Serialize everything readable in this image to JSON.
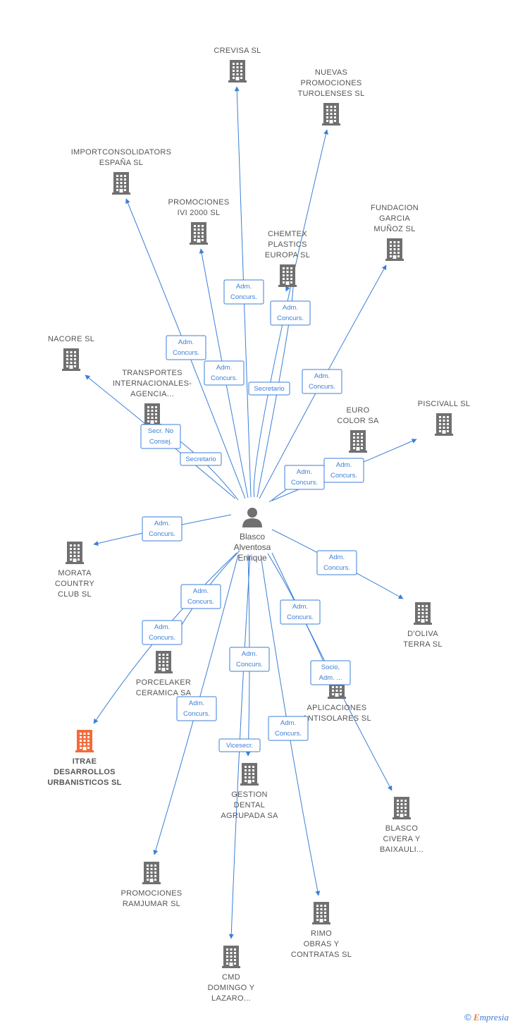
{
  "center": {
    "name_lines": [
      "Blasco",
      "Alventosa",
      "Enrique"
    ]
  },
  "colors": {
    "edge": "#3b7fd8",
    "building": "#707070",
    "highlight": "#f26b38",
    "text": "#555555"
  },
  "companies": [
    {
      "id": "crevisa",
      "lines": [
        "CREVISA SL"
      ],
      "highlight": false
    },
    {
      "id": "nuevas",
      "lines": [
        "NUEVAS",
        "PROMOCIONES",
        "TUROLENSES SL"
      ],
      "highlight": false
    },
    {
      "id": "importconsolidators",
      "lines": [
        "IMPORTCONSOLIDATORS",
        "ESPAÑA SL"
      ],
      "highlight": false
    },
    {
      "id": "ivi2000",
      "lines": [
        "PROMOCIONES",
        "IVI 2000 SL"
      ],
      "highlight": false
    },
    {
      "id": "chemtex",
      "lines": [
        "CHEMTEX",
        "PLASTICS",
        "EUROPA SL"
      ],
      "highlight": false
    },
    {
      "id": "fundacion",
      "lines": [
        "FUNDACION",
        "GARCIA",
        "MUÑOZ SL"
      ],
      "highlight": false
    },
    {
      "id": "nacore",
      "lines": [
        "NACORE SL"
      ],
      "highlight": false
    },
    {
      "id": "transportes",
      "lines": [
        "TRANSPORTES",
        "INTERNACIONALES-",
        "AGENCIA..."
      ],
      "highlight": false
    },
    {
      "id": "eurocolor",
      "lines": [
        "EURO",
        "COLOR SA"
      ],
      "highlight": false
    },
    {
      "id": "piscivall",
      "lines": [
        "PISCIVALL SL"
      ],
      "highlight": false
    },
    {
      "id": "morata",
      "lines": [
        "MORATA",
        "COUNTRY",
        "CLUB SL"
      ],
      "highlight": false
    },
    {
      "id": "doliva",
      "lines": [
        "D'OLIVA",
        "TERRA SL"
      ],
      "highlight": false
    },
    {
      "id": "porcelaker",
      "lines": [
        "PORCELAKER",
        "CERAMICA SA"
      ],
      "highlight": false
    },
    {
      "id": "aplicaciones",
      "lines": [
        "APLICACIONES",
        "ANTISOLARES SL"
      ],
      "highlight": false
    },
    {
      "id": "itrae",
      "lines": [
        "ITRAE",
        "DESARROLLOS",
        "URBANISTICOS SL"
      ],
      "highlight": true
    },
    {
      "id": "gestion",
      "lines": [
        "GESTION",
        "DENTAL",
        "AGRUPADA SA"
      ],
      "highlight": false
    },
    {
      "id": "blascocivera",
      "lines": [
        "BLASCO",
        "CIVERA Y",
        "BAIXAULI..."
      ],
      "highlight": false
    },
    {
      "id": "ramjumar",
      "lines": [
        "PROMOCIONES",
        "RAMJUMAR SL"
      ],
      "highlight": false
    },
    {
      "id": "rimo",
      "lines": [
        "RIMO",
        "OBRAS Y",
        "CONTRATAS SL"
      ],
      "highlight": false
    },
    {
      "id": "cmd",
      "lines": [
        "CMD",
        "DOMINGO Y",
        "LAZARO..."
      ],
      "highlight": false
    }
  ],
  "relations": [
    {
      "to": "crevisa",
      "label": [
        "Adm.",
        "Concurs."
      ]
    },
    {
      "to": "nuevas",
      "label": [
        "Secretario"
      ]
    },
    {
      "to": "chemtex",
      "label": [
        "Adm.",
        "Concurs."
      ]
    },
    {
      "to": "importconsolidators",
      "label": [
        "Adm.",
        "Concurs."
      ]
    },
    {
      "to": "ivi2000",
      "label": [
        "Adm.",
        "Concurs."
      ]
    },
    {
      "to": "fundacion",
      "label": [
        "Adm.",
        "Concurs."
      ]
    },
    {
      "to": "nacore",
      "label": [
        "Secr.  No",
        "Consej."
      ]
    },
    {
      "to": "transportes",
      "label": [
        "Secretario"
      ]
    },
    {
      "to": "eurocolor",
      "label": [
        "Adm.",
        "Concurs."
      ]
    },
    {
      "to": "piscivall",
      "label": [
        "Adm.",
        "Concurs."
      ]
    },
    {
      "to": "morata",
      "label": [
        "Adm.",
        "Concurs."
      ]
    },
    {
      "to": "doliva",
      "label": [
        "Adm.",
        "Concurs."
      ]
    },
    {
      "to": "porcelaker",
      "label": [
        "Adm.",
        "Concurs."
      ]
    },
    {
      "to": "itrae",
      "label": [
        "Adm.",
        "Concurs."
      ]
    },
    {
      "to": "aplicaciones",
      "label": [
        "Adm.",
        "Concurs."
      ]
    },
    {
      "to": "blascocivera",
      "label": [
        "Socio,",
        "Adm. ..."
      ]
    },
    {
      "to": "gestion",
      "label": [
        "Adm.",
        "Concurs."
      ]
    },
    {
      "to": "cmd",
      "label": [
        "Vicesecr."
      ]
    },
    {
      "to": "ramjumar",
      "label": [
        "Adm.",
        "Concurs."
      ]
    },
    {
      "to": "rimo",
      "label": [
        "Adm.",
        "Concurs."
      ]
    }
  ],
  "footer": {
    "copyright": "©",
    "brand_initial": "E",
    "brand_rest": "mpresia"
  }
}
